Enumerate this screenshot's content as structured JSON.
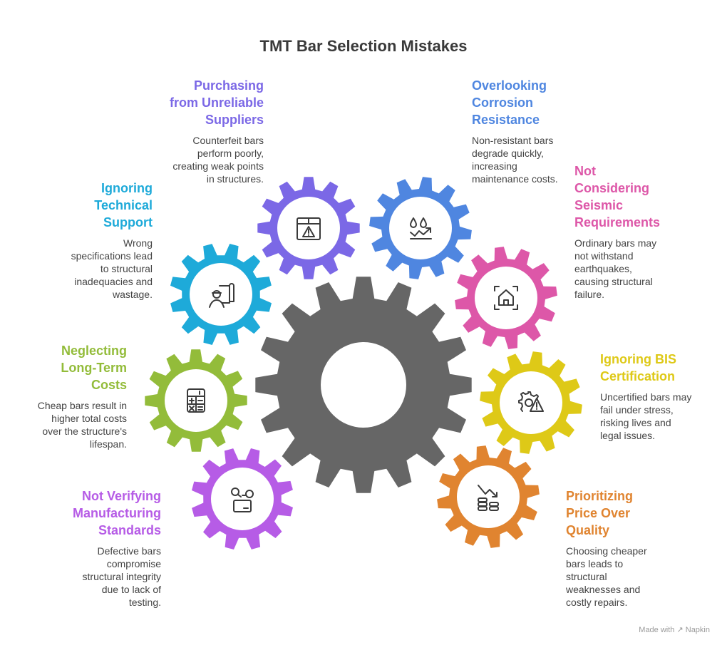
{
  "title": "TMT Bar Selection Mistakes",
  "colors": {
    "center": "#666666"
  },
  "items": [
    {
      "head": [
        "Purchasing",
        "from Unreliable",
        "Suppliers"
      ],
      "desc": [
        "Counterfeit bars",
        "perform poorly,",
        "creating weak points",
        "in structures."
      ],
      "color": "#7B68E6",
      "icon": "box-warning-icon"
    },
    {
      "head": [
        "Overlooking",
        "Corrosion",
        "Resistance"
      ],
      "desc": [
        "Non-resistant bars",
        "degrade quickly,",
        "increasing",
        "maintenance costs."
      ],
      "color": "#4F86E0",
      "icon": "droplets-trend-icon"
    },
    {
      "head": [
        "Ignoring",
        "Technical",
        "Support"
      ],
      "desc": [
        "Wrong",
        "specifications lead",
        "to structural",
        "inadequacies and",
        "wastage."
      ],
      "color": "#1EAAD9",
      "icon": "engineer-blueprint-icon"
    },
    {
      "head": [
        "Not",
        "Considering",
        "Seismic",
        "Requirements"
      ],
      "desc": [
        "Ordinary bars may",
        "not withstand",
        "earthquakes,",
        "causing structural",
        "failure."
      ],
      "color": "#DD57A8",
      "icon": "house-scan-icon"
    },
    {
      "head": [
        "Neglecting",
        "Long-Term",
        "Costs"
      ],
      "desc": [
        "Cheap bars result in",
        "higher total costs",
        "over the structure's",
        "lifespan."
      ],
      "color": "#93BC3A",
      "icon": "calculator-icon"
    },
    {
      "head": [
        "Ignoring BIS",
        "Certification"
      ],
      "desc": [
        "Uncertified bars may",
        "fail under stress,",
        "risking lives and",
        "legal issues."
      ],
      "color": "#DEC917",
      "icon": "gear-warning-icon"
    },
    {
      "head": [
        "Not Verifying",
        "Manufacturing",
        "Standards"
      ],
      "desc": [
        "Defective bars",
        "compromise",
        "structural integrity",
        "due to lack of",
        "testing."
      ],
      "color": "#B65CE6",
      "icon": "search-gear-card-icon"
    },
    {
      "head": [
        "Prioritizing",
        "Price Over",
        "Quality"
      ],
      "desc": [
        "Choosing cheaper",
        "bars leads to",
        "structural",
        "weaknesses and",
        "costly repairs."
      ],
      "color": "#E08430",
      "icon": "coins-down-icon"
    }
  ],
  "footer": "Made with ↗ Napkin"
}
